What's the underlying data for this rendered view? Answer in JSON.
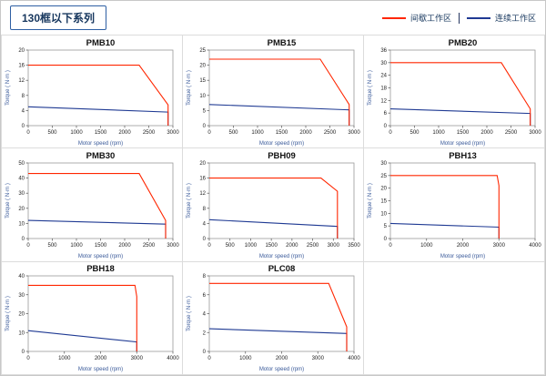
{
  "header": {
    "badge": "130框以下系列",
    "legend": [
      {
        "label": "间歇工作区",
        "color": "#ff2600",
        "key": "intermittent"
      },
      {
        "label": "连续工作区",
        "color": "#1f3a93",
        "key": "continuous"
      }
    ]
  },
  "colors": {
    "intermittent": "#ff2600",
    "continuous": "#1f3a93",
    "axis_label": "#3a5a9a",
    "frame": "#999999",
    "tick_text": "#222222",
    "title_text": "#111111"
  },
  "chart_data": [
    {
      "type": "line",
      "title": "PMB10",
      "xlabel": "Motor speed (rpm)",
      "ylabel": "Torque ( N·m )",
      "xlim": [
        0,
        3000
      ],
      "ylim": [
        0,
        20
      ],
      "xticks": [
        0,
        500,
        1000,
        1500,
        2000,
        2500,
        3000
      ],
      "yticks": [
        0,
        4,
        8,
        12,
        16,
        20
      ],
      "series": [
        {
          "name": "间歇工作区",
          "key": "intermittent-line",
          "color": "#ff2600",
          "points": [
            [
              0,
              16
            ],
            [
              2300,
              16
            ],
            [
              2900,
              5.5
            ],
            [
              2900,
              0
            ]
          ]
        },
        {
          "name": "连续工作区",
          "key": "continuous-line",
          "color": "#1f3a93",
          "points": [
            [
              0,
              5
            ],
            [
              2900,
              3.6
            ],
            [
              2900,
              0
            ]
          ]
        }
      ]
    },
    {
      "type": "line",
      "title": "PMB15",
      "xlabel": "Motor speed (rpm)",
      "ylabel": "Torque ( N·m )",
      "xlim": [
        0,
        3000
      ],
      "ylim": [
        0,
        25
      ],
      "xticks": [
        0,
        500,
        1000,
        1500,
        2000,
        2500,
        3000
      ],
      "yticks": [
        0,
        5,
        10,
        15,
        20,
        25
      ],
      "series": [
        {
          "name": "间歇工作区",
          "key": "intermittent-line",
          "color": "#ff2600",
          "points": [
            [
              0,
              22
            ],
            [
              2300,
              22
            ],
            [
              2900,
              7
            ],
            [
              2900,
              0
            ]
          ]
        },
        {
          "name": "连续工作区",
          "key": "continuous-line",
          "color": "#1f3a93",
          "points": [
            [
              0,
              7
            ],
            [
              2900,
              5.2
            ],
            [
              2900,
              0
            ]
          ]
        }
      ]
    },
    {
      "type": "line",
      "title": "PMB20",
      "xlabel": "Motor speed (rpm)",
      "ylabel": "Torque ( N·m )",
      "xlim": [
        0,
        3000
      ],
      "ylim": [
        0,
        36
      ],
      "xticks": [
        0,
        500,
        1000,
        1500,
        2000,
        2500,
        3000
      ],
      "yticks": [
        0,
        6,
        12,
        18,
        24,
        30,
        36
      ],
      "series": [
        {
          "name": "间歇工作区",
          "key": "intermittent-line",
          "color": "#ff2600",
          "points": [
            [
              0,
              30
            ],
            [
              2300,
              30
            ],
            [
              2900,
              8
            ],
            [
              2900,
              0
            ]
          ]
        },
        {
          "name": "连续工作区",
          "key": "continuous-line",
          "color": "#1f3a93",
          "points": [
            [
              0,
              8
            ],
            [
              2900,
              5.8
            ],
            [
              2900,
              0
            ]
          ]
        }
      ]
    },
    {
      "type": "line",
      "title": "PMB30",
      "xlabel": "Motor speed (rpm)",
      "ylabel": "Torque ( N·m )",
      "xlim": [
        0,
        3000
      ],
      "ylim": [
        0,
        50
      ],
      "xticks": [
        0,
        500,
        1000,
        1500,
        2000,
        2500,
        3000
      ],
      "yticks": [
        0,
        10,
        20,
        30,
        40,
        50
      ],
      "series": [
        {
          "name": "间歇工作区",
          "key": "intermittent-line",
          "color": "#ff2600",
          "points": [
            [
              0,
              43
            ],
            [
              2300,
              43
            ],
            [
              2850,
              12
            ],
            [
              2850,
              0
            ]
          ]
        },
        {
          "name": "连续工作区",
          "key": "continuous-line",
          "color": "#1f3a93",
          "points": [
            [
              0,
              12
            ],
            [
              2850,
              9.5
            ],
            [
              2850,
              0
            ]
          ]
        }
      ]
    },
    {
      "type": "line",
      "title": "PBH09",
      "xlabel": "Motor speed (rpm)",
      "ylabel": "Torque ( N·m )",
      "xlim": [
        0,
        3500
      ],
      "ylim": [
        0,
        20
      ],
      "xticks": [
        0,
        500,
        1000,
        1500,
        2000,
        2500,
        3000,
        3500
      ],
      "yticks": [
        0,
        4,
        8,
        12,
        16,
        20
      ],
      "series": [
        {
          "name": "间歇工作区",
          "key": "intermittent-line",
          "color": "#ff2600",
          "points": [
            [
              0,
              16
            ],
            [
              2700,
              16
            ],
            [
              3100,
              12.5
            ],
            [
              3100,
              0
            ]
          ]
        },
        {
          "name": "连续工作区",
          "key": "continuous-line",
          "color": "#1f3a93",
          "points": [
            [
              0,
              5
            ],
            [
              3100,
              3.2
            ],
            [
              3100,
              0
            ]
          ]
        }
      ]
    },
    {
      "type": "line",
      "title": "PBH13",
      "xlabel": "Motor speed (rpm)",
      "ylabel": "Torque ( N·m )",
      "xlim": [
        0,
        4000
      ],
      "ylim": [
        0,
        30
      ],
      "xticks": [
        0,
        1000,
        2000,
        3000,
        4000
      ],
      "yticks": [
        0,
        5,
        10,
        15,
        20,
        25,
        30
      ],
      "series": [
        {
          "name": "间歇工作区",
          "key": "intermittent-line",
          "color": "#ff2600",
          "points": [
            [
              0,
              25
            ],
            [
              2950,
              25
            ],
            [
              3000,
              21
            ],
            [
              3000,
              0
            ]
          ]
        },
        {
          "name": "连续工作区",
          "key": "continuous-line",
          "color": "#1f3a93",
          "points": [
            [
              0,
              6
            ],
            [
              3000,
              4.5
            ],
            [
              3000,
              0
            ]
          ]
        }
      ]
    },
    {
      "type": "line",
      "title": "PBH18",
      "xlabel": "Motor speed (rpm)",
      "ylabel": "Torque ( N·m )",
      "xlim": [
        0,
        4000
      ],
      "ylim": [
        0,
        40
      ],
      "xticks": [
        0,
        1000,
        2000,
        3000,
        4000
      ],
      "yticks": [
        0,
        10,
        20,
        30,
        40
      ],
      "series": [
        {
          "name": "间歇工作区",
          "key": "intermittent-line",
          "color": "#ff2600",
          "points": [
            [
              0,
              35
            ],
            [
              2950,
              35
            ],
            [
              3000,
              29
            ],
            [
              3000,
              0
            ]
          ]
        },
        {
          "name": "连续工作区",
          "key": "continuous-line",
          "color": "#1f3a93",
          "points": [
            [
              0,
              11
            ],
            [
              3000,
              5
            ],
            [
              3000,
              0
            ]
          ]
        }
      ]
    },
    {
      "type": "line",
      "title": "PLC08",
      "xlabel": "Motor speed (rpm)",
      "ylabel": "Torque ( N·m )",
      "xlim": [
        0,
        4000
      ],
      "ylim": [
        0,
        8
      ],
      "xticks": [
        0,
        1000,
        2000,
        3000,
        4000
      ],
      "yticks": [
        0,
        2,
        4,
        6,
        8
      ],
      "series": [
        {
          "name": "间歇工作区",
          "key": "intermittent-line",
          "color": "#ff2600",
          "points": [
            [
              0,
              7.2
            ],
            [
              3300,
              7.2
            ],
            [
              3800,
              2.6
            ],
            [
              3800,
              0
            ]
          ]
        },
        {
          "name": "连续工作区",
          "key": "continuous-line",
          "color": "#1f3a93",
          "points": [
            [
              0,
              2.4
            ],
            [
              3800,
              1.9
            ],
            [
              3800,
              0
            ]
          ]
        }
      ]
    }
  ]
}
